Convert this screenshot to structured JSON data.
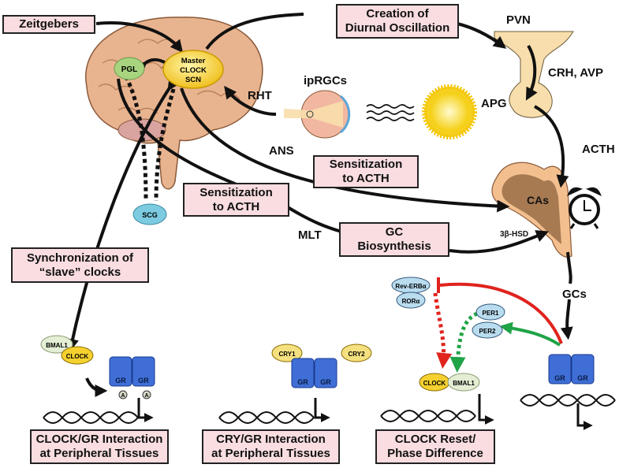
{
  "figure": {
    "title": "Circadian regulation of the HPA axis and glucocorticoid signaling",
    "boxes": {
      "zeitgebers": "Zeitgebers",
      "diurnal_line1": "Creation of",
      "diurnal_line2": "Diurnal Oscillation",
      "sens_right_line1": "Sensitization",
      "sens_right_line2": "to ACTH",
      "sens_left_line1": "Sensitization",
      "sens_left_line2": "to ACTH",
      "gc_line1": "GC",
      "gc_line2": "Biosynthesis",
      "sync_line1": "Synchronization of",
      "sync_line2": "“slave” clocks",
      "clockgr_line1": "CLOCK/GR Interaction",
      "clockgr_line2": "at Peripheral Tissues",
      "crygr_line1": "CRY/GR Interaction",
      "crygr_line2": "at Peripheral Tissues",
      "reset_line1": "CLOCK Reset/",
      "reset_line2": "Phase Difference"
    },
    "labels": {
      "pvn": "PVN",
      "crh_avp": "CRH, AVP",
      "apg": "APG",
      "acth": "ACTH",
      "iprgcs": "ipRGCs",
      "rht": "RHT",
      "ans": "ANS",
      "mlt": "MLT",
      "hsd": "3β-HSD",
      "gcs": "GCs",
      "cas": "CAs"
    },
    "nodes": {
      "master_line1": "Master",
      "master_line2": "CLOCK",
      "master_line3": "SCN",
      "pgl": "PGL",
      "scg": "SCG",
      "bmal1": "BMAL1",
      "clock": "CLOCK",
      "cry1": "CRY1",
      "cry2": "CRY2",
      "rev_erb": "Rev-ERBα",
      "ror": "RORα",
      "per1": "PER1",
      "per2": "PER2",
      "gr": "GR",
      "a": "A"
    },
    "colors": {
      "box_fill": "#f9dde1",
      "master_clock": "#f5d130",
      "pgl": "#a8d480",
      "scg": "#7ccbe0",
      "gr_block": "#3f6fd6",
      "inhibit_red": "#e0231d",
      "activate_green": "#1fa347",
      "brain": "#e8b48f",
      "pituitary": "#f8deac",
      "adrenal_outer": "#f3bf8f",
      "adrenal_inner": "#a77a52"
    }
  }
}
